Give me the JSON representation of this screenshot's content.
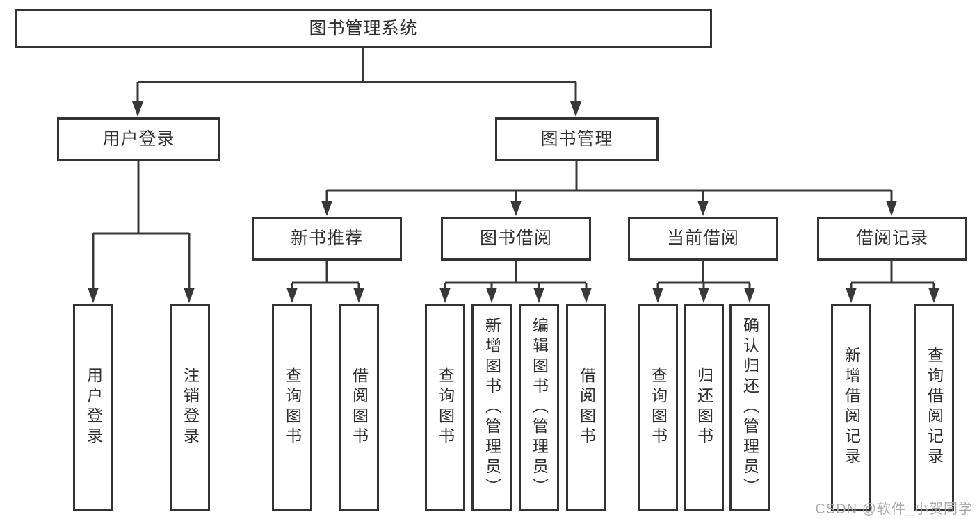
{
  "diagram": {
    "nodes": {
      "root": "图书管理系统",
      "user_login_branch": "用户登录",
      "book_mgmt_branch": "图书管理",
      "new_book_rec": "新书推荐",
      "book_borrow": "图书借阅",
      "current_borrow": "当前借阅",
      "borrow_records": "借阅记录",
      "leaf_user_login": "用户登录",
      "leaf_logout": "注销登录",
      "rec_query_books": "查询图书",
      "rec_borrow_books": "借阅图书",
      "bb_query_books": "查询图书",
      "bb_add_books": "新增图书（管理员）",
      "bb_edit_books": "编辑图书（管理员）",
      "bb_borrow_books": "借阅图书",
      "cb_query_books": "查询图书",
      "cb_return_books": "归还图书",
      "cb_confirm_return": "确认归还（管理员）",
      "br_add_record": "新增借阅记录",
      "br_query_record": "查询借阅记录"
    },
    "colors": {
      "box_border": "#333333",
      "box_fill": "#ffffff",
      "line": "#383838",
      "text": "#2f2f2f",
      "watermark": "#a9a9a9"
    }
  },
  "watermark": "CSDN @软件_小贺同学"
}
